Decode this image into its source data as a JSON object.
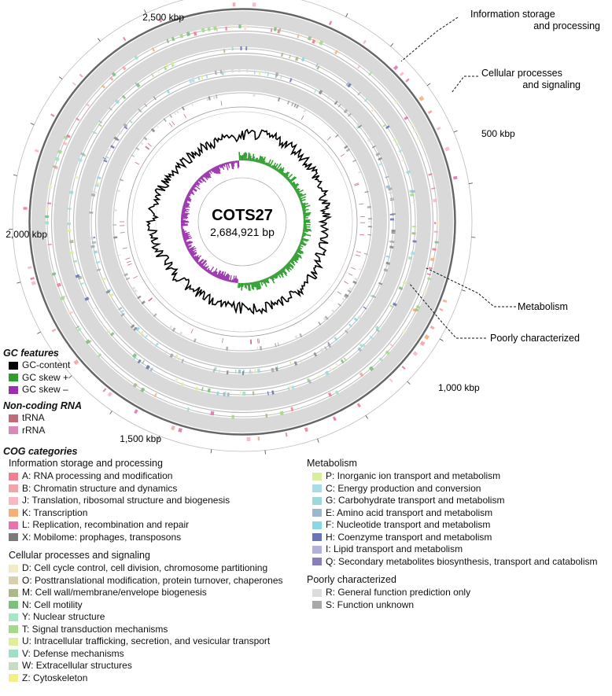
{
  "genome": {
    "name": "COTS27",
    "size_label": "2,684,921 bp",
    "position_labels": [
      "500 kbp",
      "1,000 kbp",
      "1,500 kbp",
      "2,000 kbp",
      "2,500 kbp"
    ]
  },
  "callouts": {
    "info": [
      "Information storage",
      "and processing"
    ],
    "cellular": [
      "Cellular processes",
      "and signaling"
    ],
    "metabolism": "Metabolism",
    "poorly": "Poorly characterized"
  },
  "gc_features": {
    "title": "GC features",
    "items": [
      {
        "label": "GC-content",
        "color": "#000000"
      },
      {
        "label": "GC skew +",
        "color": "#2e9e2e"
      },
      {
        "label": "GC skew –",
        "color": "#9b2fae"
      }
    ]
  },
  "noncoding": {
    "title": "Non-coding RNA",
    "items": [
      {
        "label": "tRNA",
        "color": "#c06a7a"
      },
      {
        "label": "rRNA",
        "color": "#d68bb8"
      }
    ]
  },
  "cog": {
    "title": "COG categories",
    "info": {
      "title": "Information storage and processing",
      "items": [
        {
          "label": "A: RNA processing and modification",
          "color": "#f07f93"
        },
        {
          "label": "B: Chromatin structure and dynamics",
          "color": "#f4a3a8"
        },
        {
          "label": "J: Translation, ribosomal structure and biogenesis",
          "color": "#f7b8c4"
        },
        {
          "label": "K: Transcription",
          "color": "#f5b078"
        },
        {
          "label": "L: Replication, recombination and repair",
          "color": "#e673ad"
        },
        {
          "label": "X: Mobilome: prophages, transposons",
          "color": "#7a7a7a"
        }
      ]
    },
    "cellular": {
      "title": "Cellular processes and signaling",
      "items": [
        {
          "label": "D: Cell cycle control, cell division, chromosome partitioning",
          "color": "#f3ebc8"
        },
        {
          "label": "O: Posttranslational modification, protein turnover, chaperones",
          "color": "#d8ceb0"
        },
        {
          "label": "M: Cell wall/membrane/envelope biogenesis",
          "color": "#aab98a"
        },
        {
          "label": "N: Cell motility",
          "color": "#7dbf7d"
        },
        {
          "label": "Y: Nuclear structure",
          "color": "#a8e4c6"
        },
        {
          "label": "T: Signal transduction mechanisms",
          "color": "#a4d98a"
        },
        {
          "label": "U: Intracellular trafficking, secretion, and vesicular transport",
          "color": "#e0ee9c"
        },
        {
          "label": "V: Defense mechanisms",
          "color": "#9fe0c4"
        },
        {
          "label": "W: Extracellular structures",
          "color": "#c8dcc4"
        },
        {
          "label": "Z: Cytoskeleton",
          "color": "#f2ee8a"
        }
      ]
    },
    "metabolism": {
      "title": "Metabolism",
      "items": [
        {
          "label": "P: Inorganic ion transport and metabolism",
          "color": "#d9ee9a"
        },
        {
          "label": "C: Energy production and conversion",
          "color": "#a8dde8"
        },
        {
          "label": "G: Carbohydrate transport and metabolism",
          "color": "#9cd8dc"
        },
        {
          "label": "E: Amino acid transport and metabolism",
          "color": "#9cb8cc"
        },
        {
          "label": "F: Nucleotide transport and metabolism",
          "color": "#8ad8e4"
        },
        {
          "label": "H: Coenzyme transport and metabolism",
          "color": "#6a76b8"
        },
        {
          "label": "I: Lipid transport and metabolism",
          "color": "#b4b0dc"
        },
        {
          "label": "Q: Secondary metabolites biosynthesis, transport and catabolism",
          "color": "#8880bc"
        }
      ]
    },
    "poorly": {
      "title": "Poorly characterized",
      "items": [
        {
          "label": "R: General function prediction only",
          "color": "#dcdcdc"
        },
        {
          "label": "S: Function unknown",
          "color": "#a8a8a8"
        }
      ]
    }
  }
}
